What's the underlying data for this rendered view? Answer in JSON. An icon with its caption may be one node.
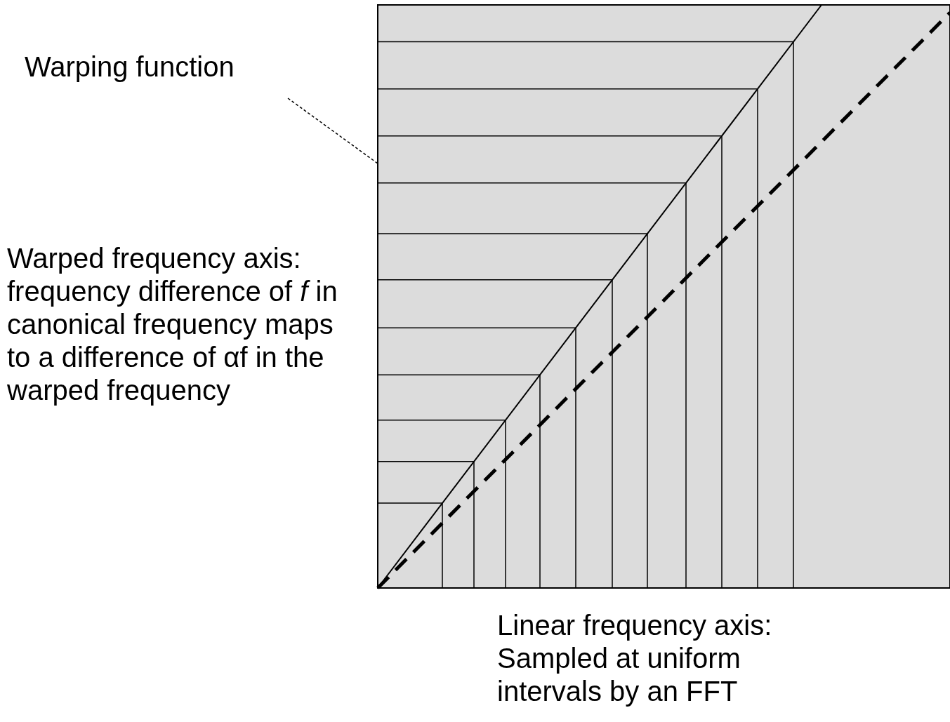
{
  "diagram": {
    "nodes": [
      {
        "text": [
          "Warping function"
        ]
      },
      {
        "text": [],
        "shape": "line"
      }
    ],
    "edges": [
      {
        "from": 0,
        "to": 1,
        "arrow": "none",
        "style": "dashed"
      }
    ],
    "labels": [
      "Warped frequency axis: frequency difference of *f* in canonical frequency maps to a difference of αf in the warped frequency",
      "Linear frequency axis: Sampled at uniform intervals by an FFT"
    ]
  }
}
